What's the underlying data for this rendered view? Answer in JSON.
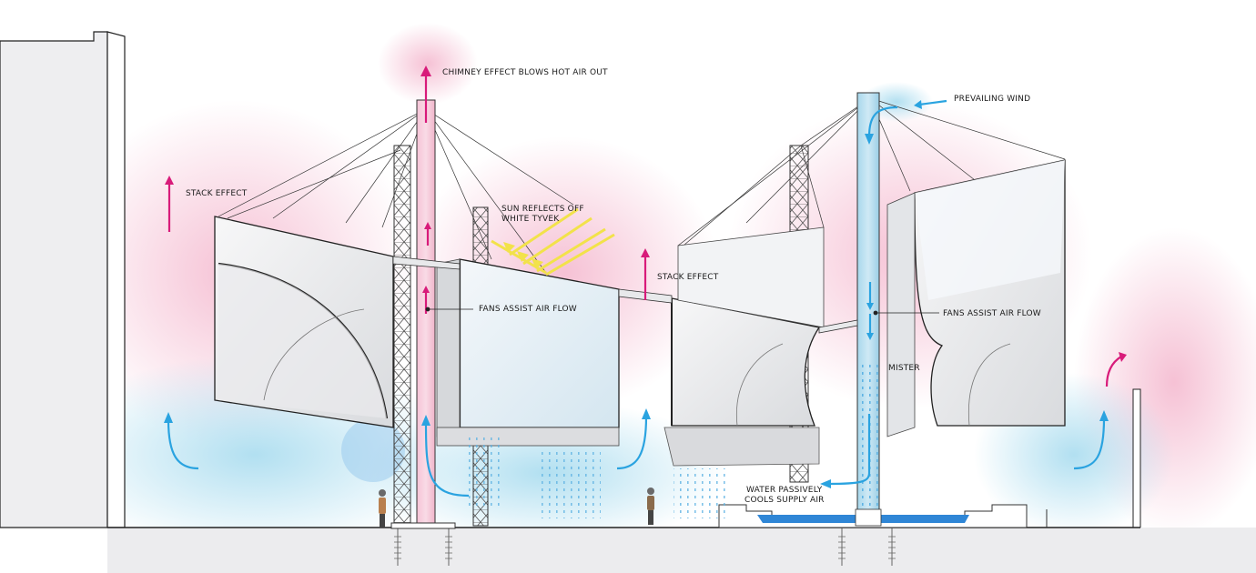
{
  "colors": {
    "hot_air": "#d81b7a",
    "cool_air": "#2aa3e0",
    "sun": "#f2e24a",
    "ground": "#ececee",
    "water": "#2f86d6"
  },
  "labels": {
    "chimney": "CHIMNEY EFFECT BLOWS HOT AIR OUT",
    "prevailing_wind": "PREVAILING WIND",
    "stack_effect_left": "STACK EFFECT",
    "stack_effect_center": "STACK EFFECT",
    "sun_line1": "SUN REFLECTS OFF",
    "sun_line2": "WHITE TYVEK",
    "fans_left": "FANS ASSIST AIR FLOW",
    "fans_right": "FANS ASSIST AIR FLOW",
    "mister": "MISTER",
    "water_line1": "WATER PASSIVELY",
    "water_line2": "COOLS SUPPLY AIR"
  },
  "icons": {
    "hot_arrow": "arrow-up-icon",
    "cool_arrow": "curved-arrow-icon",
    "person": "human-figure-icon"
  }
}
